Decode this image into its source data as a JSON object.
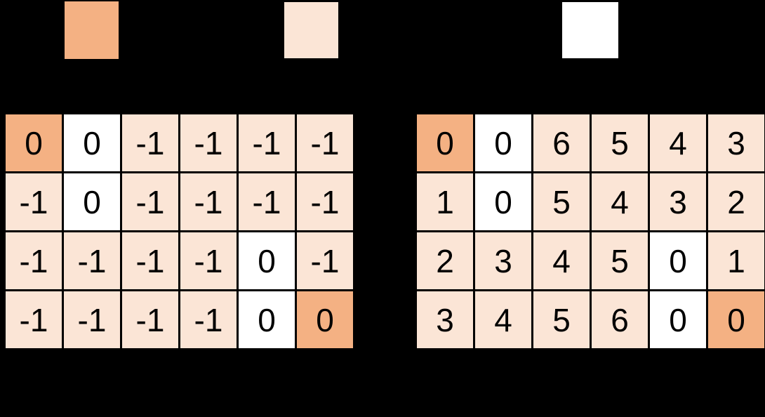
{
  "scene": {
    "background": "#000000",
    "description": "Two 6x4 pathfinding grids with a three-swatch color legend"
  },
  "colors": {
    "orange": "#F4B183",
    "peach": "#FBE5D6",
    "white": "#FFFFFF",
    "grid_line": "#000000",
    "cell_text": "#000000"
  },
  "legend": {
    "items": [
      {
        "id": "orange",
        "color": "#F4B183"
      },
      {
        "id": "peach",
        "color": "#FBE5D6"
      },
      {
        "id": "white",
        "color": "#FFFFFF"
      }
    ]
  },
  "tables": [
    {
      "name": "left-grid",
      "rows": [
        [
          {
            "v": "0",
            "c": "orange"
          },
          {
            "v": "0",
            "c": "white"
          },
          {
            "v": "-1",
            "c": "peach"
          },
          {
            "v": "-1",
            "c": "peach"
          },
          {
            "v": "-1",
            "c": "peach"
          },
          {
            "v": "-1",
            "c": "peach"
          }
        ],
        [
          {
            "v": "-1",
            "c": "peach"
          },
          {
            "v": "0",
            "c": "white"
          },
          {
            "v": "-1",
            "c": "peach"
          },
          {
            "v": "-1",
            "c": "peach"
          },
          {
            "v": "-1",
            "c": "peach"
          },
          {
            "v": "-1",
            "c": "peach"
          }
        ],
        [
          {
            "v": "-1",
            "c": "peach"
          },
          {
            "v": "-1",
            "c": "peach"
          },
          {
            "v": "-1",
            "c": "peach"
          },
          {
            "v": "-1",
            "c": "peach"
          },
          {
            "v": "0",
            "c": "white"
          },
          {
            "v": "-1",
            "c": "peach"
          }
        ],
        [
          {
            "v": "-1",
            "c": "peach"
          },
          {
            "v": "-1",
            "c": "peach"
          },
          {
            "v": "-1",
            "c": "peach"
          },
          {
            "v": "-1",
            "c": "peach"
          },
          {
            "v": "0",
            "c": "white"
          },
          {
            "v": "0",
            "c": "orange"
          }
        ]
      ]
    },
    {
      "name": "right-grid",
      "rows": [
        [
          {
            "v": "0",
            "c": "orange"
          },
          {
            "v": "0",
            "c": "white"
          },
          {
            "v": "6",
            "c": "peach"
          },
          {
            "v": "5",
            "c": "peach"
          },
          {
            "v": "4",
            "c": "peach"
          },
          {
            "v": "3",
            "c": "peach"
          }
        ],
        [
          {
            "v": "1",
            "c": "peach"
          },
          {
            "v": "0",
            "c": "white"
          },
          {
            "v": "5",
            "c": "peach"
          },
          {
            "v": "4",
            "c": "peach"
          },
          {
            "v": "3",
            "c": "peach"
          },
          {
            "v": "2",
            "c": "peach"
          }
        ],
        [
          {
            "v": "2",
            "c": "peach"
          },
          {
            "v": "3",
            "c": "peach"
          },
          {
            "v": "4",
            "c": "peach"
          },
          {
            "v": "5",
            "c": "peach"
          },
          {
            "v": "0",
            "c": "white"
          },
          {
            "v": "1",
            "c": "peach"
          }
        ],
        [
          {
            "v": "3",
            "c": "peach"
          },
          {
            "v": "4",
            "c": "peach"
          },
          {
            "v": "5",
            "c": "peach"
          },
          {
            "v": "6",
            "c": "peach"
          },
          {
            "v": "0",
            "c": "white"
          },
          {
            "v": "0",
            "c": "orange"
          }
        ]
      ]
    }
  ]
}
